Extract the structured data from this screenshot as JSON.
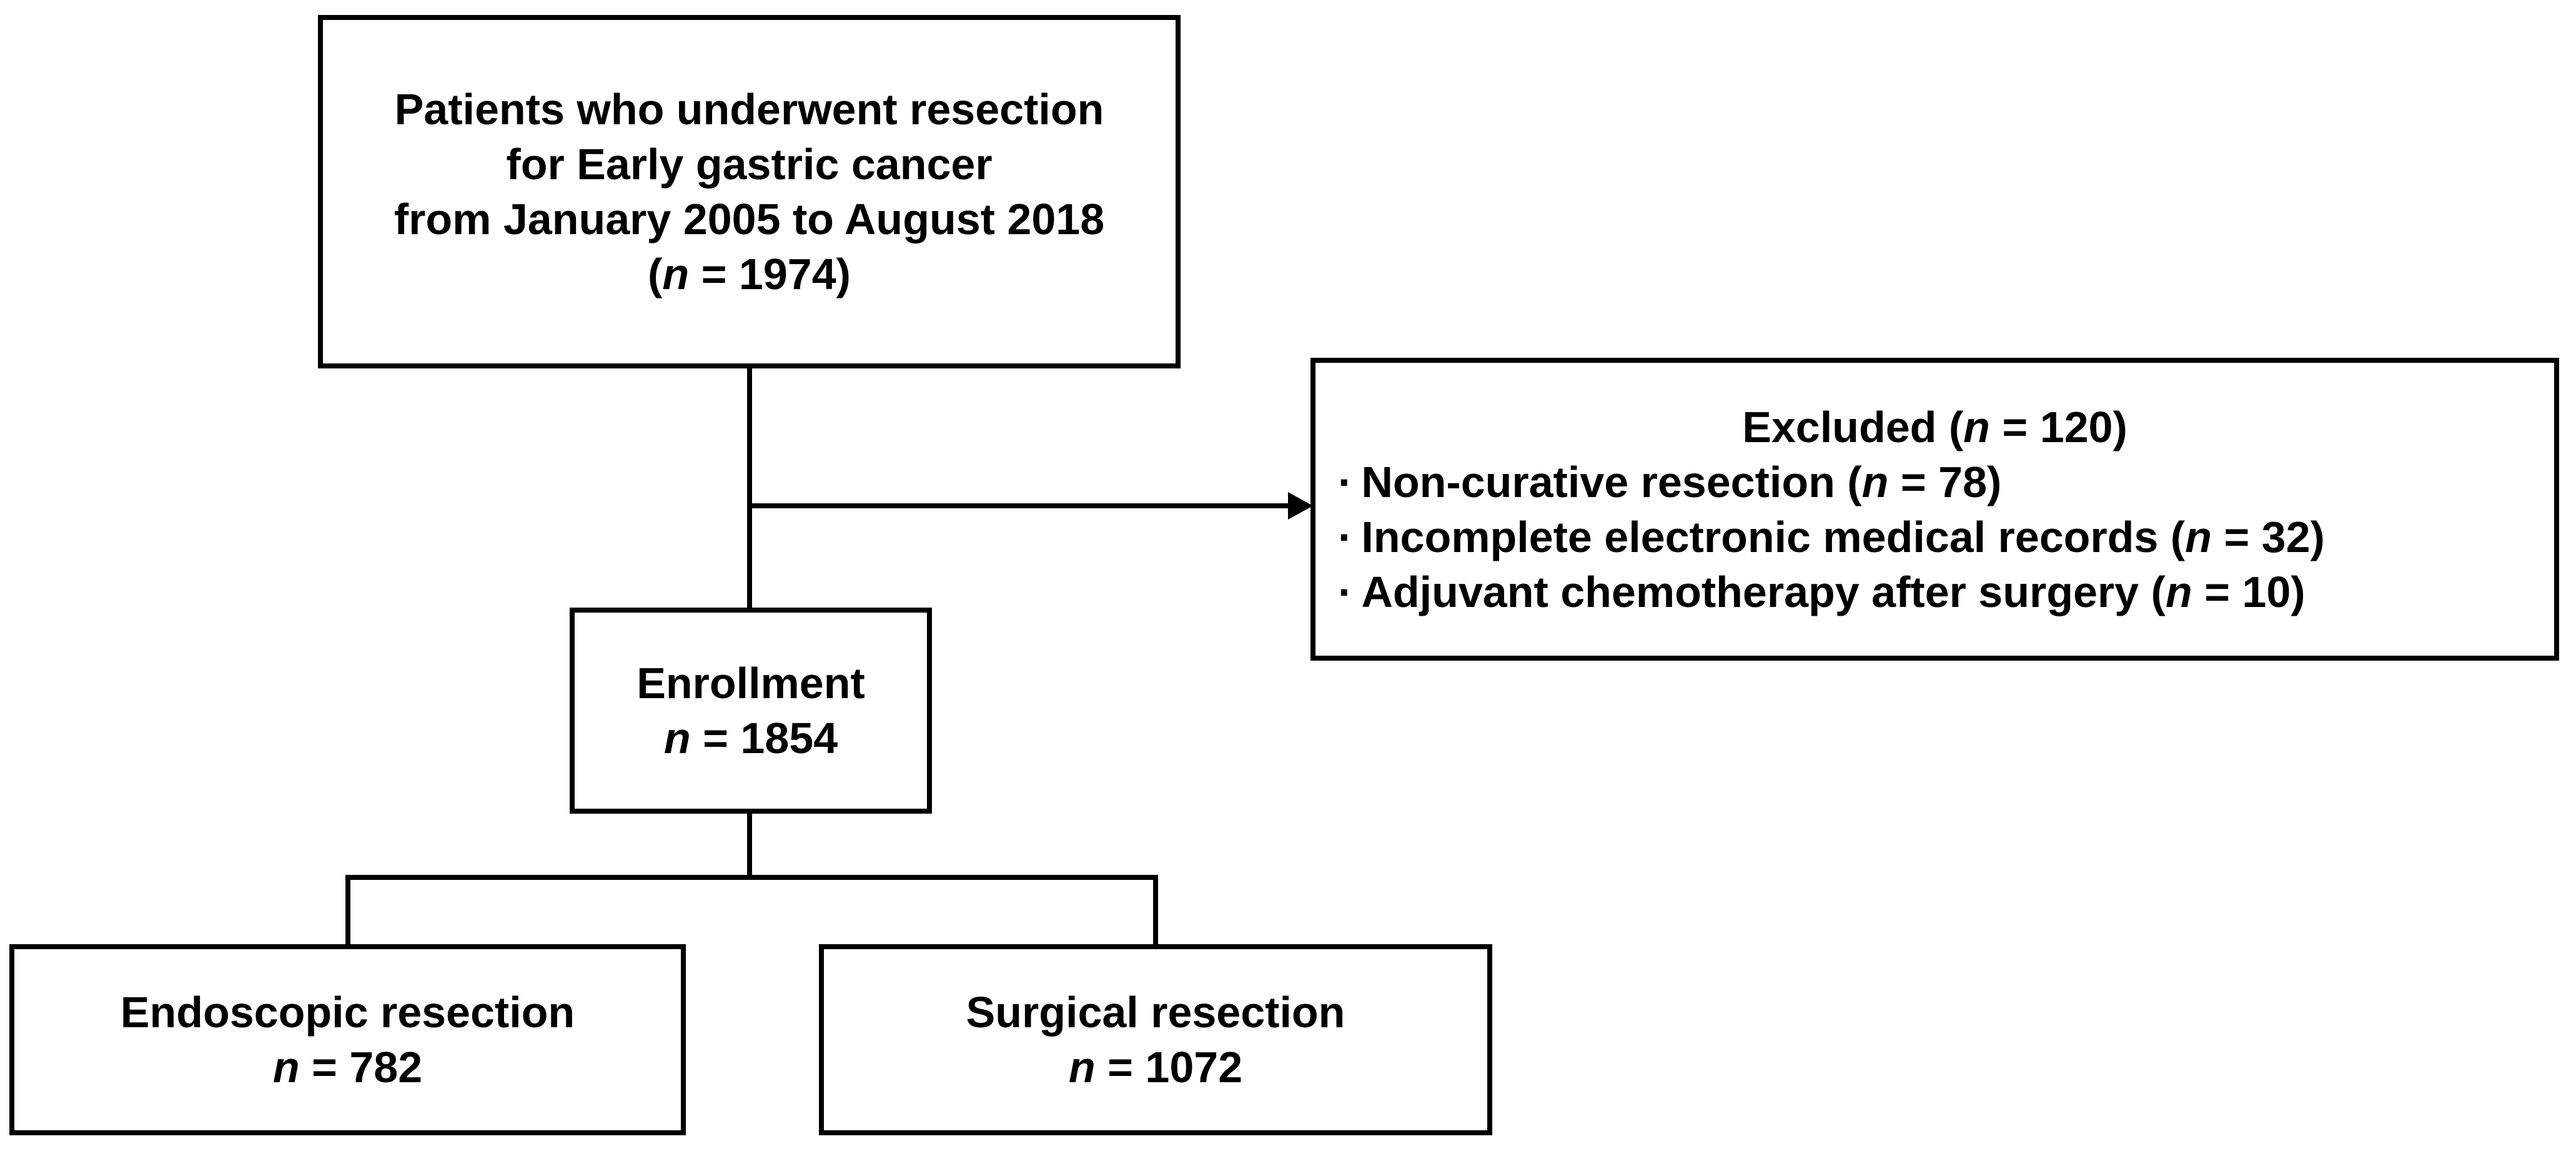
{
  "figure": {
    "background_color": "#ffffff",
    "line_color": "#000000",
    "boxes": {
      "source": {
        "lines": [
          [
            {
              "t": "Patients who underwent resection"
            }
          ],
          [
            {
              "t": "for Early gastric cancer"
            }
          ],
          [
            {
              "t": "from January 2005 to August 2018"
            }
          ],
          [
            {
              "t": "("
            },
            {
              "t": "n",
              "i": true
            },
            {
              "t": " = 1974)"
            }
          ]
        ]
      },
      "excluded": {
        "heading": [
          {
            "t": "Excluded ("
          },
          {
            "t": "n",
            "i": true
          },
          {
            "t": " = 120)"
          }
        ],
        "bullet_char": "·",
        "items": [
          [
            {
              "t": "Non-curative resection ("
            },
            {
              "t": "n",
              "i": true
            },
            {
              "t": " = 78)"
            }
          ],
          [
            {
              "t": "Incomplete electronic medical records ("
            },
            {
              "t": "n",
              "i": true
            },
            {
              "t": " = 32)"
            }
          ],
          [
            {
              "t": "Adjuvant chemotherapy after surgery ("
            },
            {
              "t": "n",
              "i": true
            },
            {
              "t": " = 10)"
            }
          ]
        ]
      },
      "enrollment": {
        "lines": [
          [
            {
              "t": "Enrollment"
            }
          ],
          [
            {
              "t": "n",
              "i": true
            },
            {
              "t": " = 1854"
            }
          ]
        ]
      },
      "endoscopic": {
        "lines": [
          [
            {
              "t": "Endoscopic resection"
            }
          ],
          [
            {
              "t": "n",
              "i": true
            },
            {
              "t": " = 782"
            }
          ]
        ]
      },
      "surgical": {
        "lines": [
          [
            {
              "t": "Surgical resection"
            }
          ],
          [
            {
              "t": "n",
              "i": true
            },
            {
              "t": " = 1072"
            }
          ]
        ]
      }
    }
  }
}
